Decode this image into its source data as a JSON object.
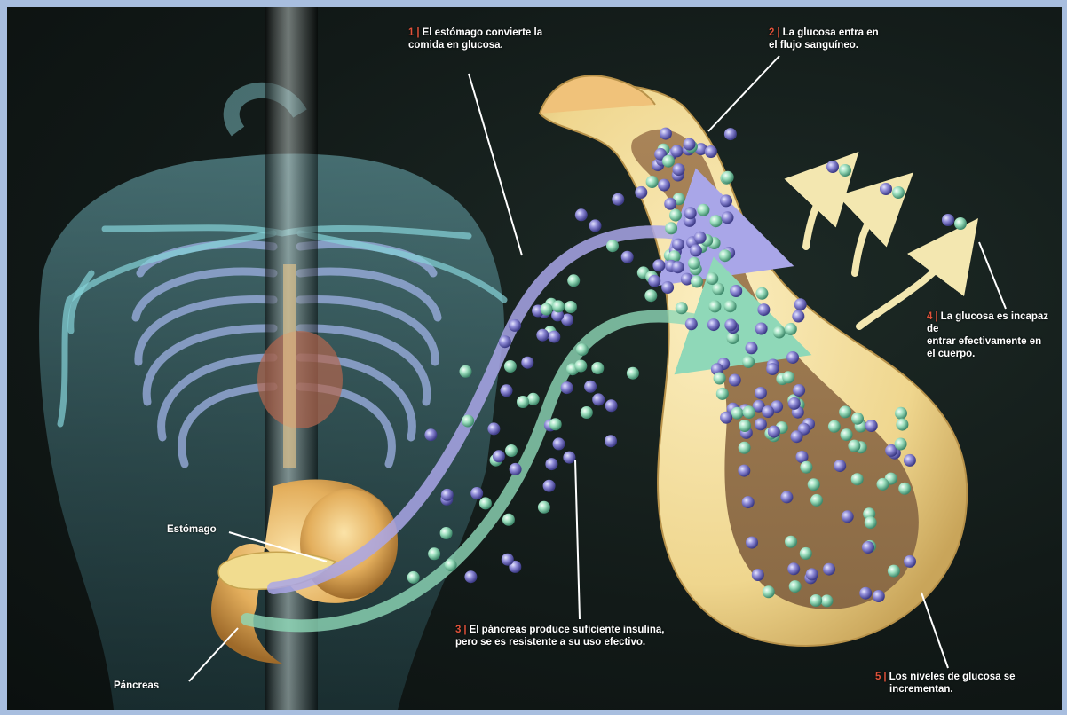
{
  "labels": {
    "step1": {
      "num": "1",
      "text_a": "El estómago convierte la",
      "text_b": "comida en glucosa."
    },
    "step2": {
      "num": "2",
      "text_a": "La glucosa entra en",
      "text_b": "el flujo sanguíneo."
    },
    "step3": {
      "num": "3",
      "text_a": "El páncreas produce suficiente insulina,",
      "text_b": "pero se es resistente a su uso efectivo."
    },
    "step4": {
      "num": "4",
      "text_a": "La glucosa es incapaz de",
      "text_b": "entrar efectivamente en",
      "text_c": "el cuerpo."
    },
    "step5": {
      "num": "5",
      "text_a": "Los niveles de glucosa se",
      "text_b": "incrementan."
    },
    "estomago": "Estómago",
    "pancreas": "Páncreas"
  },
  "colors": {
    "background": "#121a18",
    "frame": "#a8bedf",
    "glucose": "#8e8ad6",
    "insulin": "#9fe0c0",
    "vessel": "#f3dfa2",
    "organ": "#e8b96a",
    "accent_number": "#e0523a"
  }
}
